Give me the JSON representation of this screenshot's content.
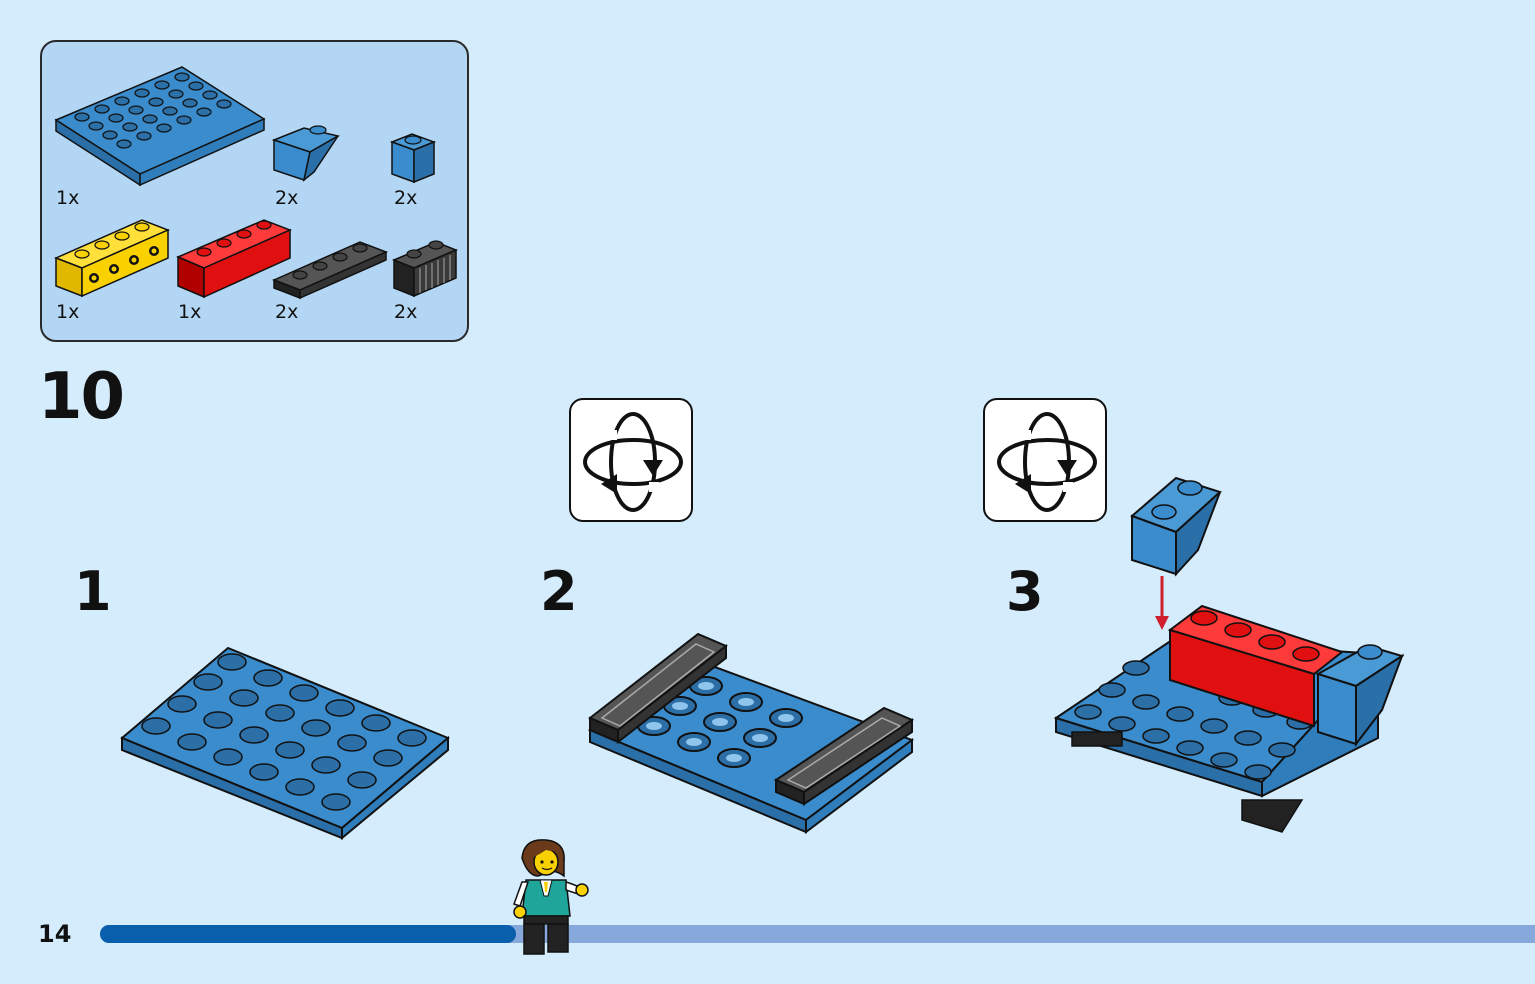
{
  "page_number": "14",
  "step_number": "10",
  "parts_list": {
    "quantities": [
      "1x",
      "2x",
      "2x",
      "1x",
      "1x",
      "2x",
      "2x"
    ]
  },
  "sub_steps": [
    "1",
    "2",
    "3"
  ],
  "progress": {
    "fraction": 0.29
  },
  "colors": {
    "background": "#d4ecfb",
    "panel": "#b2d6f3",
    "brick_blue": "#3a8ccc",
    "brick_red": "#e01010",
    "brick_yellow": "#f9d000",
    "brick_dark": "#3a3a3a",
    "progress_fill": "#0a5fad",
    "progress_track": "#86a8db"
  },
  "icons": [
    "rotate-model-icon",
    "rotate-model-icon"
  ]
}
